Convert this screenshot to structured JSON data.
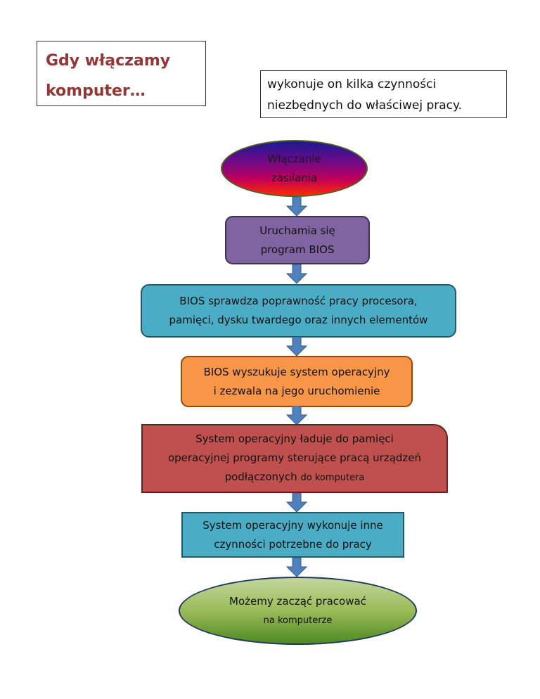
{
  "header": {
    "title_line1": "Gdy włączamy",
    "title_line2": "komputer…",
    "note_line1": "wykonuje on kilka czynności",
    "note_line2": "niezbędnych do właściwej pracy."
  },
  "flowchart": {
    "nodes": [
      {
        "id": "start",
        "shape": "ellipse",
        "lines": [
          "Włączanie",
          "zasilania"
        ],
        "color": "#7030a0"
      },
      {
        "id": "bios-start",
        "shape": "rounded-rect",
        "lines": [
          "Uruchamia się",
          "program BIOS"
        ],
        "color": "#8064a2"
      },
      {
        "id": "bios-check",
        "shape": "rounded-rect",
        "lines": [
          "BIOS sprawdza poprawność pracy procesora,",
          "pamięci, dysku twardego oraz innych elementów"
        ],
        "color": "#4bacc6"
      },
      {
        "id": "bios-search",
        "shape": "rounded-rect",
        "lines": [
          "BIOS wyszukuje system operacyjny",
          "i zezwala na jego uruchomienie"
        ],
        "color": "#f79646"
      },
      {
        "id": "os-load",
        "shape": "rect-rounded-corner",
        "lines": [
          "System operacyjny ładuje do pamięci",
          "operacyjnej programy sterujące pracą urządzeń",
          "podłączonych"
        ],
        "line3_small": "do komputera",
        "color": "#c0504d"
      },
      {
        "id": "os-other",
        "shape": "rect",
        "lines": [
          "System operacyjny wykonuje inne",
          "czynności potrzebne do pracy"
        ],
        "color": "#4bacc6"
      },
      {
        "id": "end",
        "shape": "ellipse",
        "lines": [
          "Możemy zacząć pracować"
        ],
        "line2_small": "na komputerze",
        "color": "#9bbb59"
      }
    ],
    "edges": [
      {
        "from": "start",
        "to": "bios-start"
      },
      {
        "from": "bios-start",
        "to": "bios-check"
      },
      {
        "from": "bios-check",
        "to": "bios-search"
      },
      {
        "from": "bios-search",
        "to": "os-load"
      },
      {
        "from": "os-load",
        "to": "os-other"
      },
      {
        "from": "os-other",
        "to": "end"
      }
    ],
    "arrow_color": "#4f81bd"
  }
}
